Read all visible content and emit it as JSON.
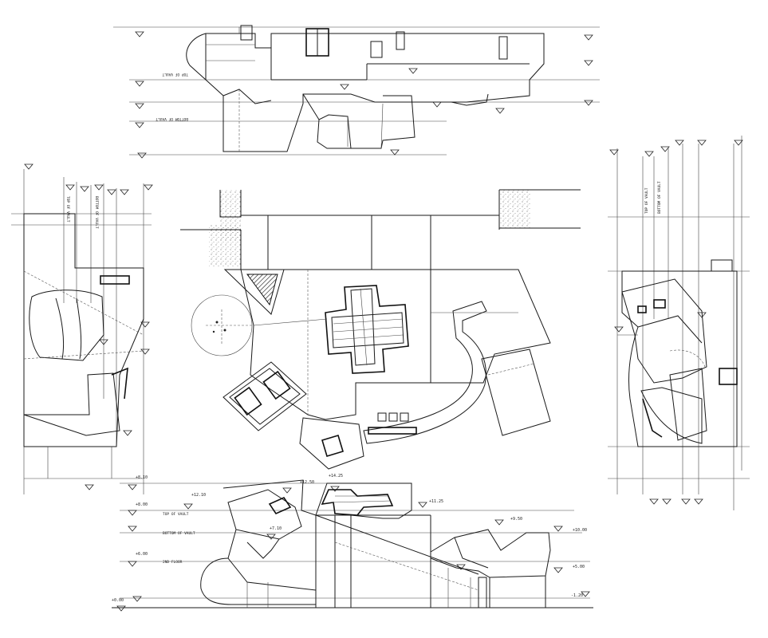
{
  "drawing": {
    "top_elevation": {
      "annotations": [
        "TOP OF VAULT",
        "BOTTOM OF VAULT"
      ]
    },
    "bottom_elevation": {
      "level_tags": [
        "+12.50",
        "+14.25",
        "+11.25",
        "+12.10",
        "+9.50",
        "+10.00",
        "+8.00",
        "+5.00",
        "+6.00",
        "+0.00",
        "-1.20",
        "+8.10",
        "+7.10"
      ],
      "annotations": [
        "TOP OF VAULT",
        "BOTTOM OF VAULT",
        "2ND FLOOR"
      ]
    },
    "left_elevation": {
      "annotations": [
        "TOP OF VAULT",
        "BOTTOM OF VAULT"
      ]
    },
    "right_elevation": {
      "annotations": [
        "TOP OF VAULT",
        "BOTTOM OF VAULT"
      ]
    }
  }
}
